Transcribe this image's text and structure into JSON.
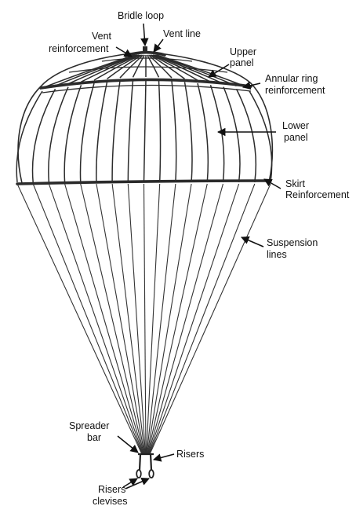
{
  "labels": {
    "bridle_loop": "Bridle loop",
    "vent_line": "Vent line",
    "vent_reinforcement_1": "Vent",
    "vent_reinforcement_2": "reinforcement",
    "upper_panel_1": "Upper",
    "upper_panel_2": "panel",
    "annular_ring_1": "Annular ring",
    "annular_ring_2": "reinforcement",
    "lower_panel_1": "Lower",
    "lower_panel_2": "panel",
    "skirt_1": "Skirt",
    "skirt_2": "Reinforcement",
    "suspension_1": "Suspension",
    "suspension_2": "lines",
    "spreader_1": "Spreader",
    "spreader_2": "bar",
    "risers": "Risers",
    "risers_clevises_1": "Risers",
    "risers_clevises_2": "clevises"
  }
}
